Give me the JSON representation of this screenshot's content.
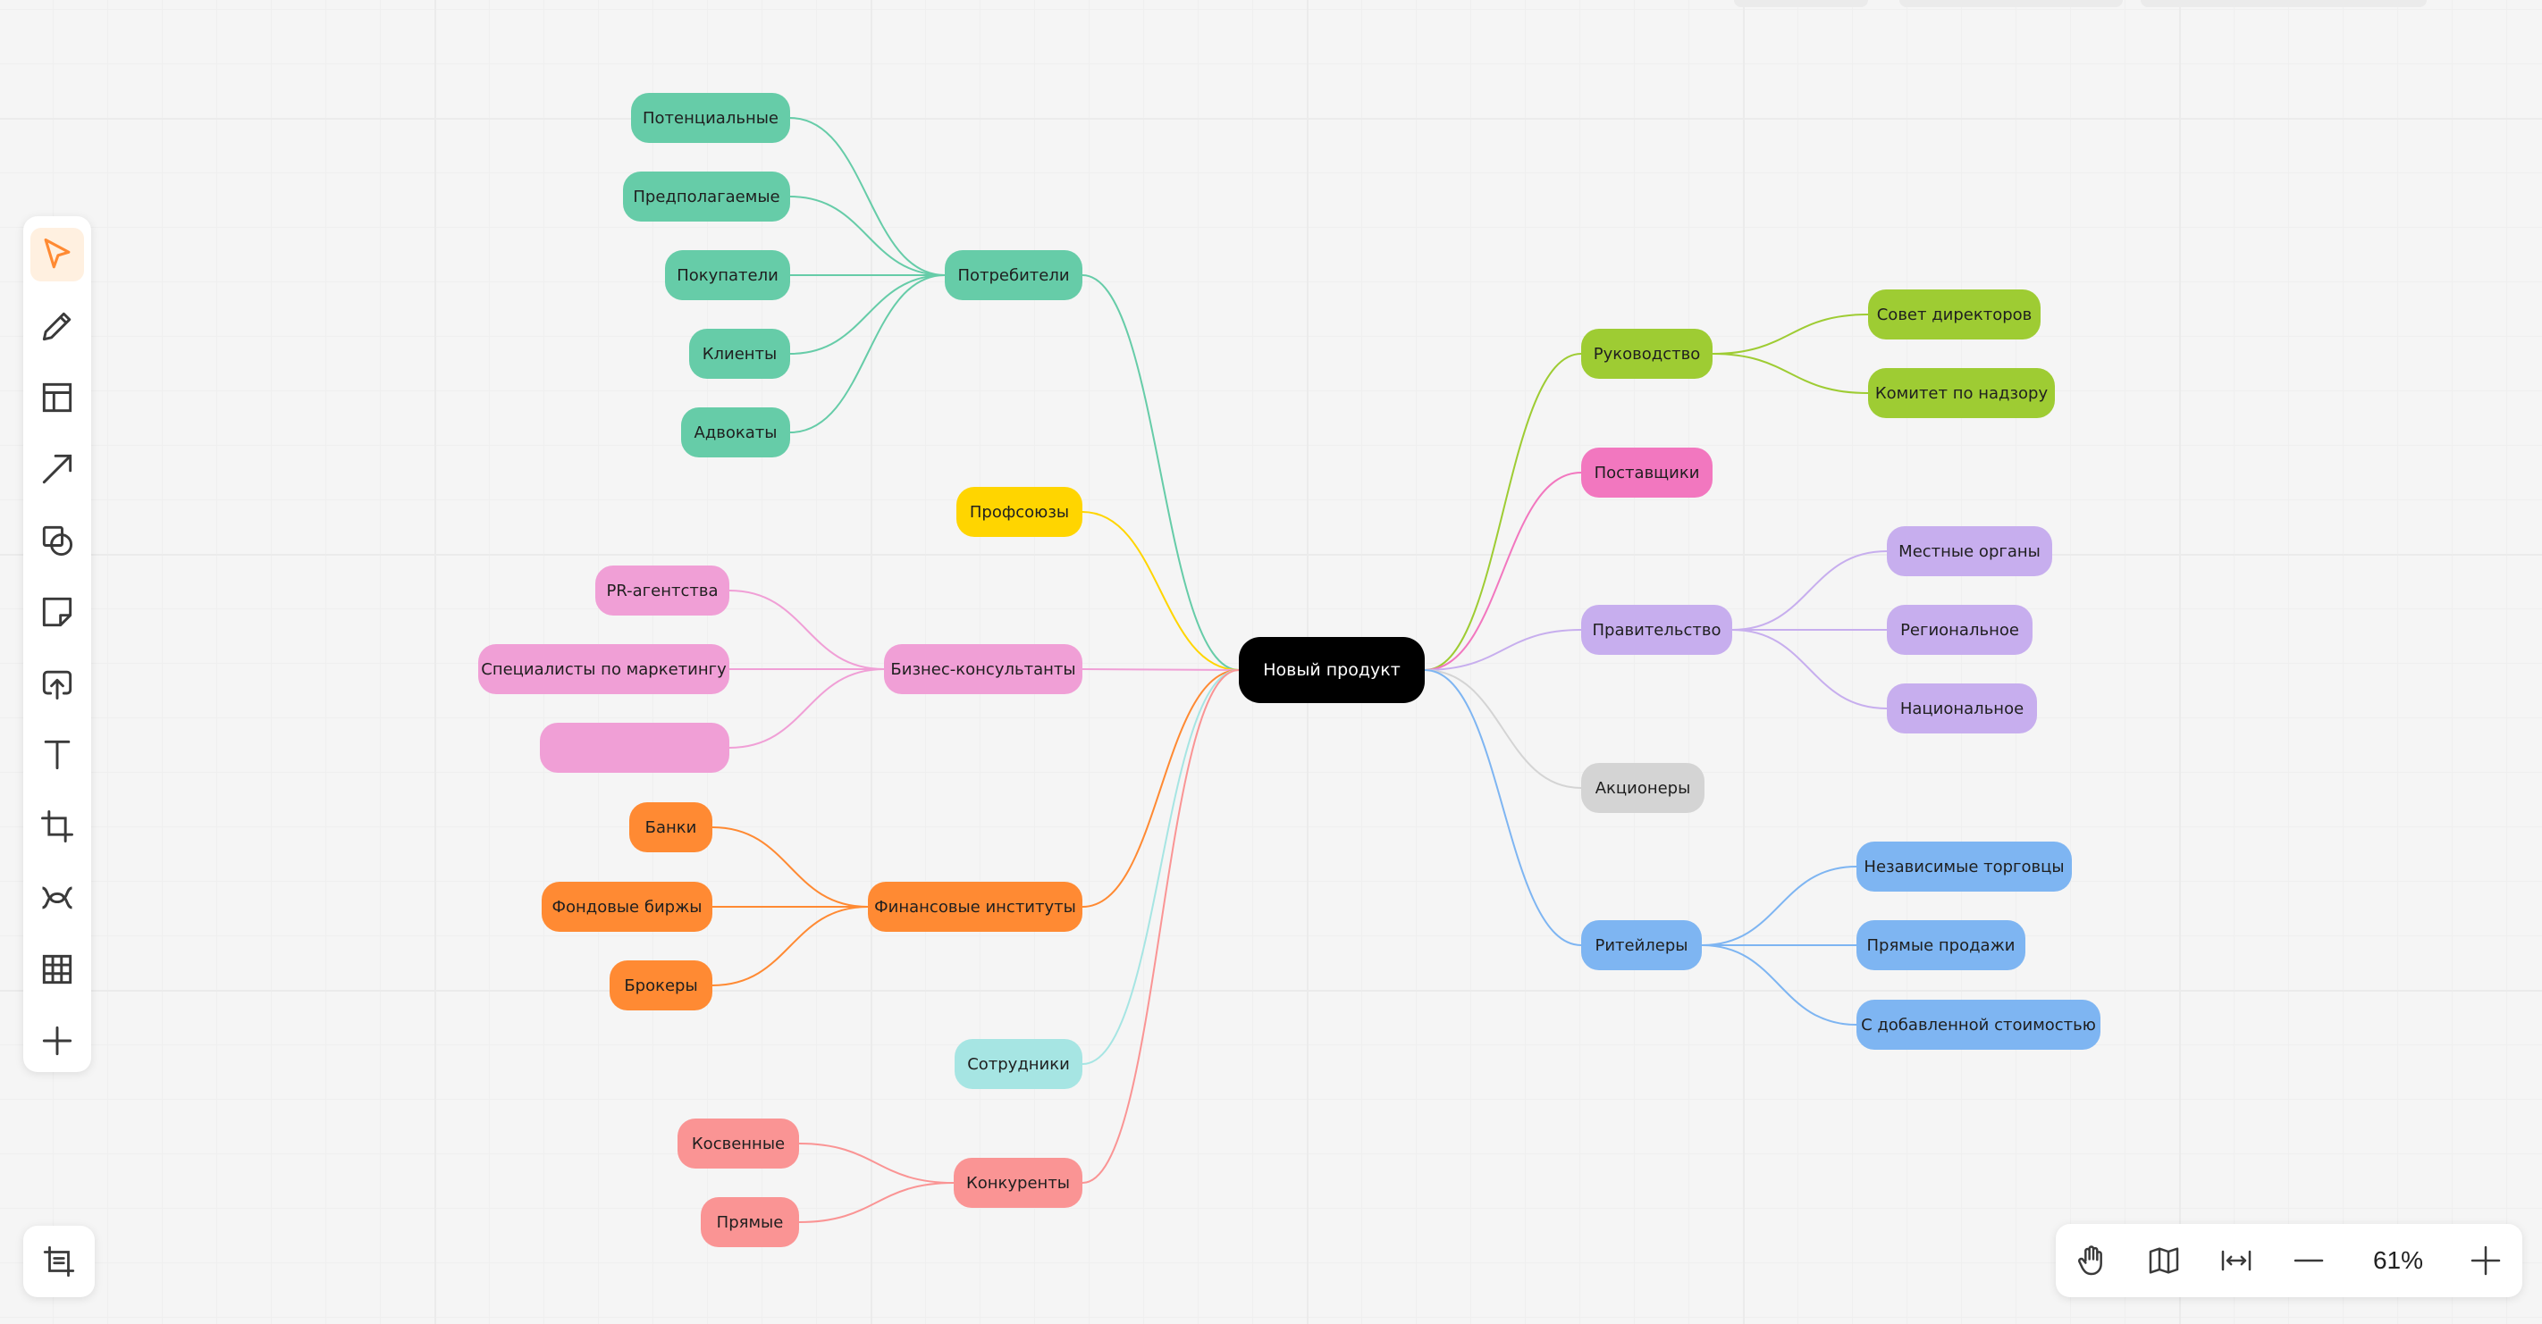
{
  "mindmap": {
    "root": {
      "label": "Новый продукт",
      "color": "#000000"
    },
    "nodes": {
      "potrebiteli": {
        "label": "Потребители",
        "color": "#66cca8"
      },
      "potentsialnye": {
        "label": "Потенциальные",
        "color": "#66cca8"
      },
      "predpolagaemye": {
        "label": "Предполагаемые",
        "color": "#66cca8"
      },
      "pokupateli": {
        "label": "Покупатели",
        "color": "#66cca8"
      },
      "klienty": {
        "label": "Клиенты",
        "color": "#66cca8"
      },
      "advokaty": {
        "label": "Адвокаты",
        "color": "#66cca8"
      },
      "profsoyuzy": {
        "label": "Профсоюзы",
        "color": "#ffd500"
      },
      "biznes": {
        "label": "Бизнес-консультанты",
        "color": "#f09fd6"
      },
      "pr": {
        "label": "PR-агентства",
        "color": "#f09fd6"
      },
      "marketing": {
        "label": "Специалисты по маркетингу",
        "color": "#f09fd6"
      },
      "empty_pink": {
        "label": "",
        "color": "#f09fd6"
      },
      "finansovye": {
        "label": "Финансовые институты",
        "color": "#ff8a33"
      },
      "banki": {
        "label": "Банки",
        "color": "#ff8a33"
      },
      "fondovye": {
        "label": "Фондовые биржы",
        "color": "#ff8a33"
      },
      "brokery": {
        "label": "Брокеры",
        "color": "#ff8a33"
      },
      "sotrudniki": {
        "label": "Сотрудники",
        "color": "#a6e5e3"
      },
      "konkurenty": {
        "label": "Конкуренты",
        "color": "#fa9494"
      },
      "kosvennye": {
        "label": "Косвенные",
        "color": "#fa9494"
      },
      "pryamye": {
        "label": "Прямые",
        "color": "#fa9494"
      },
      "rukovodstvo": {
        "label": "Руководство",
        "color": "#9ecc33"
      },
      "sovet": {
        "label": "Совет директоров",
        "color": "#9ecc33"
      },
      "komitet": {
        "label": "Комитет по надзору",
        "color": "#9ecc33"
      },
      "postavshchiki": {
        "label": "Поставщики",
        "color": "#f277bf"
      },
      "pravitelstvo": {
        "label": "Правительство",
        "color": "#c7aeee"
      },
      "mestnye": {
        "label": "Местные органы",
        "color": "#c7aeee"
      },
      "regionalnoe": {
        "label": "Региональное",
        "color": "#c7aeee"
      },
      "natsionalnoe": {
        "label": "Национальное",
        "color": "#c7aeee"
      },
      "aktsionery": {
        "label": "Акционеры",
        "color": "#d4d4d4"
      },
      "riteilery": {
        "label": "Ритейлеры",
        "color": "#7eb5f2"
      },
      "nezavisimye": {
        "label": "Независимые торговцы",
        "color": "#7eb5f2"
      },
      "pryamye_prodazhi": {
        "label": "Прямые продажи",
        "color": "#7eb5f2"
      },
      "dobavlennoy": {
        "label": "С добавленной стоимостью",
        "color": "#7eb5f2"
      }
    },
    "edges": [
      [
        "root",
        "potrebiteli"
      ],
      [
        "root",
        "profsoyuzy"
      ],
      [
        "root",
        "biznes"
      ],
      [
        "root",
        "finansovye"
      ],
      [
        "root",
        "sotrudniki"
      ],
      [
        "root",
        "konkurenty"
      ],
      [
        "root",
        "rukovodstvo"
      ],
      [
        "root",
        "postavshchiki"
      ],
      [
        "root",
        "pravitelstvo"
      ],
      [
        "root",
        "aktsionery"
      ],
      [
        "root",
        "riteilery"
      ],
      [
        "potrebiteli",
        "potentsialnye"
      ],
      [
        "potrebiteli",
        "predpolagaemye"
      ],
      [
        "potrebiteli",
        "pokupateli"
      ],
      [
        "potrebiteli",
        "klienty"
      ],
      [
        "potrebiteli",
        "advokaty"
      ],
      [
        "biznes",
        "pr"
      ],
      [
        "biznes",
        "marketing"
      ],
      [
        "biznes",
        "empty_pink"
      ],
      [
        "finansovye",
        "banki"
      ],
      [
        "finansovye",
        "fondovye"
      ],
      [
        "finansovye",
        "brokery"
      ],
      [
        "konkurenty",
        "kosvennye"
      ],
      [
        "konkurenty",
        "pryamye"
      ],
      [
        "rukovodstvo",
        "sovet"
      ],
      [
        "rukovodstvo",
        "komitet"
      ],
      [
        "pravitelstvo",
        "mestnye"
      ],
      [
        "pravitelstvo",
        "regionalnoe"
      ],
      [
        "pravitelstvo",
        "natsionalnoe"
      ],
      [
        "riteilery",
        "nezavisimye"
      ],
      [
        "riteilery",
        "pryamye_prodazhi"
      ],
      [
        "riteilery",
        "dobavlennoy"
      ]
    ]
  },
  "toolbar": {
    "tools": [
      {
        "icon": "cursor-icon",
        "active": true
      },
      {
        "icon": "pen-icon"
      },
      {
        "icon": "layout-template-icon"
      },
      {
        "icon": "arrow-line-icon"
      },
      {
        "icon": "shapes-icon"
      },
      {
        "icon": "sticky-note-icon"
      },
      {
        "icon": "upload-icon"
      },
      {
        "icon": "text-icon"
      },
      {
        "icon": "frame-icon"
      },
      {
        "icon": "mindmap-icon"
      },
      {
        "icon": "table-icon"
      },
      {
        "icon": "plus-icon"
      }
    ],
    "accent": "#ff8a33"
  },
  "zoom": {
    "value": "61%"
  }
}
